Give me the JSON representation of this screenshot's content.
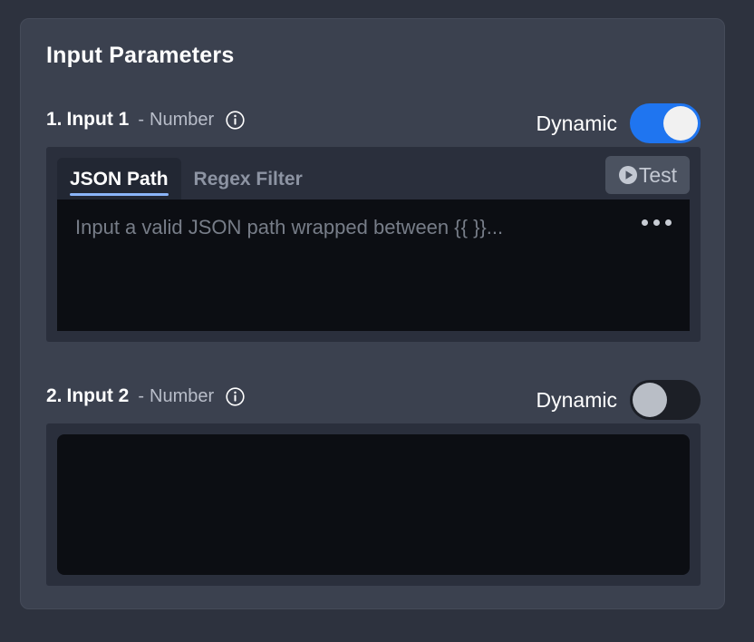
{
  "card": {
    "title": "Input Parameters"
  },
  "parameters": [
    {
      "index": "1.",
      "name": "Input 1",
      "dash": "-",
      "type": "Number",
      "info_icon": "info-icon",
      "dynamic": {
        "label": "Dynamic",
        "state": "on"
      },
      "tabs": [
        {
          "label": "JSON Path",
          "active": true
        },
        {
          "label": "Regex Filter",
          "active": false
        }
      ],
      "test_button": {
        "label": "Test",
        "icon": "play-icon"
      },
      "editor": {
        "value": "",
        "placeholder": "Input a valid JSON path wrapped between {{ }}...",
        "more_icon": "more-options-icon"
      }
    },
    {
      "index": "2.",
      "name": "Input 2",
      "dash": "-",
      "type": "Number",
      "info_icon": "info-icon",
      "dynamic": {
        "label": "Dynamic",
        "state": "off"
      },
      "editor": {
        "value": "",
        "placeholder": ""
      }
    }
  ],
  "colors": {
    "page_background": "#2d323e",
    "card_background": "#3b414f",
    "block_background": "#2a2f3c",
    "editor_background": "#0c0e13",
    "toggle_on": "#1f75f0",
    "toggle_off": "#1c1f26",
    "tab_underline": "#8ab4f8",
    "test_button": "#4b5260"
  }
}
